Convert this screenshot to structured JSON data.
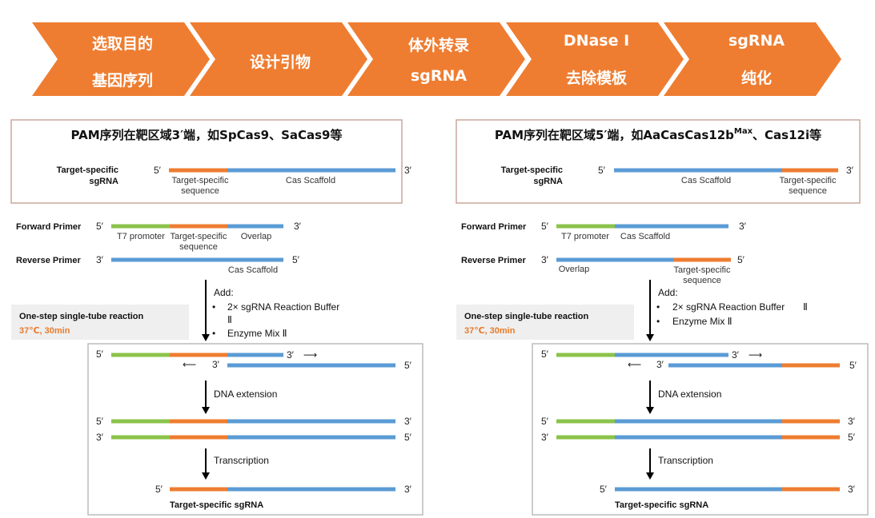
{
  "colors": {
    "chevron": "#EE7D31",
    "t7": "#8BC34A",
    "target": "#EE7D31",
    "scaffold": "#5B9BD5",
    "frame": "#C9A99B",
    "reaction_box": "#EFEFEF"
  },
  "workflow_steps": [
    {
      "lines": [
        "选取目的",
        "基因序列"
      ]
    },
    {
      "lines": [
        "设计引物"
      ]
    },
    {
      "lines": [
        "体外转录",
        "sgRNA"
      ]
    },
    {
      "lines": [
        "DNase I",
        "去除模板"
      ]
    },
    {
      "lines": [
        "sgRNA",
        "纯化"
      ]
    }
  ],
  "common": {
    "five": "5′",
    "three": "3′",
    "sgrna_label_1": "Target-specific",
    "sgrna_label_2": "sgRNA",
    "forward_primer": "Forward Primer",
    "reverse_primer": "Reverse Primer",
    "t7_promoter": "T7 promoter",
    "cas_scaffold": "Cas Scaffold",
    "target_specific": "Target-specific",
    "sequence": "sequence",
    "overlap": "Overlap",
    "add": "Add:",
    "bullet": "•",
    "reagent_1": "2× sgRNA Reaction Buffer",
    "reagent_roman": "Ⅱ",
    "reagent_2": "Enzyme Mix Ⅱ",
    "reaction_title": "One-step single-tube reaction",
    "reaction_conditions": "37℃, 30min",
    "dna_extension": "DNA extension",
    "transcription": "Transcription",
    "result": "Target-specific sgRNA",
    "arrow_right": "⟶",
    "arrow_left": "⟵"
  },
  "left_panel": {
    "title": "PAM序列在靶区域3′端，如SpCas9、SaCas9等"
  },
  "right_panel": {
    "title_main": "PAM序列在靶区域5′端，如AaCasCas12b",
    "title_sup": "Max",
    "title_tail": "、Cas12i等"
  }
}
